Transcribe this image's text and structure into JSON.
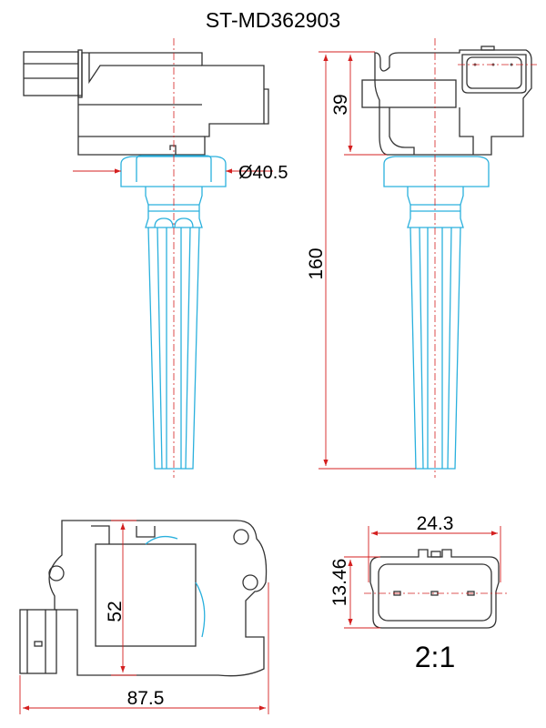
{
  "title": "ST-MD362903",
  "dimensions": {
    "flange_diameter": "Ø40.5",
    "total_length": "160",
    "head_height": "39",
    "body_height": "52",
    "body_width": "87.5",
    "connector_width": "24.3",
    "connector_height": "13.46"
  },
  "scale": "2:1",
  "colors": {
    "outline": "#333333",
    "boot": "#2ab0dd",
    "dimension": "#d42020"
  }
}
